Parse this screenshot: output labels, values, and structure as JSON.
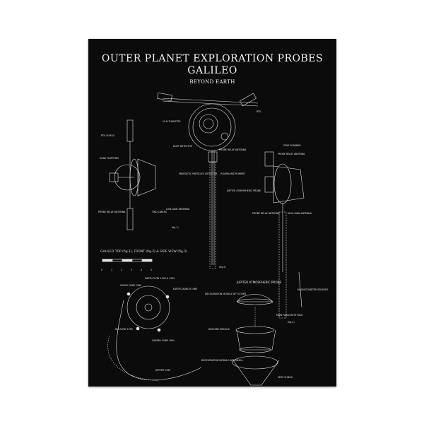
{
  "poster": {
    "title_line1": "OUTER PLANET EXPLORATION PROBES",
    "title_line2": "GALILEO",
    "subtitle": "BEYOND EARTH",
    "scale_caption": "GALILEO TOP (fig.1), FRONT (fig.2) & SIDE VIEW (fig.3)",
    "scale_ticks": [
      "0",
      "1",
      "2",
      "3",
      "4",
      "5"
    ],
    "fig_labels": [
      "(fig.1)",
      "(fig.2)",
      "(fig.3)"
    ],
    "left_labels": [
      "RTG SHIELD",
      "SCAN PLATFORM",
      "PROBE RELAY ANTENNA",
      "TWO CABLES",
      "LOW-GAIN ANTENNA"
    ],
    "center_labels": [
      "10 N THRUSTER",
      "RTG",
      "DUST DETECTOR",
      "PROBE RELAY ANTENNA",
      "ENERGETIC PARTICLES DETECTOR",
      "PLASMA INSTRUMENT"
    ],
    "right_labels": [
      "STAR SCANNER",
      "PROBE RELAY ANTENNA",
      "JUPITER ATMOSPHERIC PROBE",
      "PROBE RELAY ANTENNA",
      "HIGH-GAIN ANTENNA",
      "MAGNETOMETER SENSORS"
    ],
    "orbit_labels": [
      "EARTH FLYBY 1990 & 1992",
      "VENUS FLYBY 1990",
      "EARTH LAUNCH 1989",
      "IDA FLYBY 1993",
      "GASPRA FLYBY 1991",
      "JUPITER 1995"
    ],
    "probe": {
      "title": "JUPITER ATMOSPHERIC PROBE",
      "labels": [
        "DECELERATION MODULE AFT COVER",
        "MAIN PARACHUTE PACK",
        "DESCENT MODULE",
        "DECELERATION MODULE AEROSHELL",
        "HEAT SHIELD"
      ]
    }
  }
}
